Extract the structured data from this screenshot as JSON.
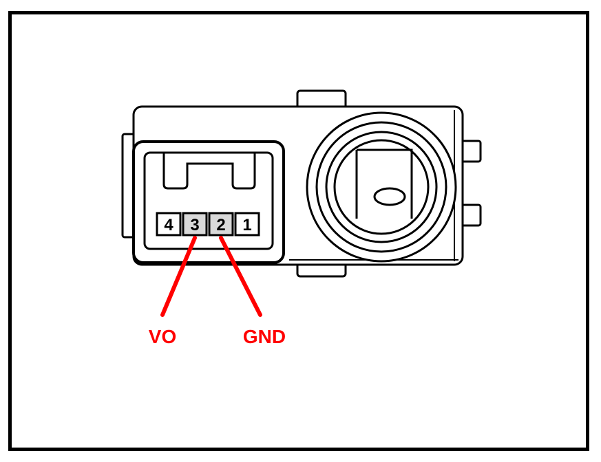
{
  "connector": {
    "pins": [
      "4",
      "3",
      "2",
      "1"
    ]
  },
  "wires": {
    "vo_label": "VO",
    "gnd_label": "GND"
  },
  "colors": {
    "wire": "#ff0000",
    "outline": "#000000",
    "body_fill": "#ffffff",
    "pin_fill": "#d9d9d9"
  }
}
